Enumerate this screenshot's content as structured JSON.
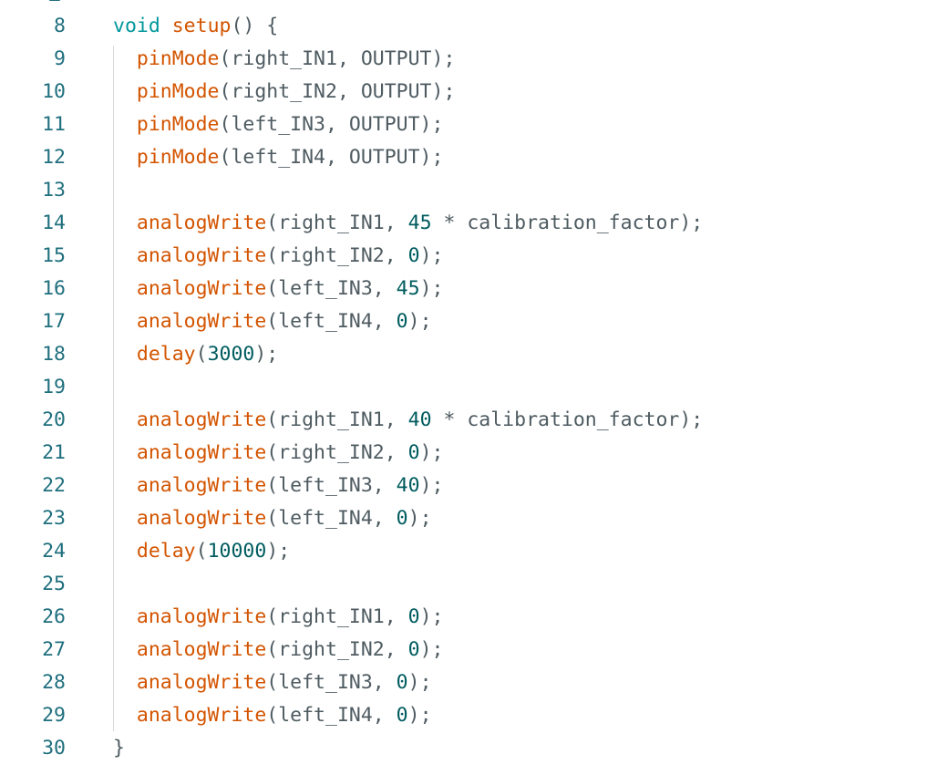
{
  "colors": {
    "background": "#ffffff",
    "line_number": "#1f6f7e",
    "keyword": "#00979c",
    "function": "#d35400",
    "number": "#005c5f",
    "identifier": "#4e5b61"
  },
  "lines": [
    {
      "number": "8",
      "tokens": [
        {
          "t": "void",
          "c": "keyword"
        },
        {
          "t": " ",
          "c": "identifier"
        },
        {
          "t": "setup",
          "c": "function"
        },
        {
          "t": "() {",
          "c": "identifier"
        }
      ]
    },
    {
      "number": "9",
      "tokens": [
        {
          "t": "  ",
          "c": "identifier"
        },
        {
          "t": "pinMode",
          "c": "function"
        },
        {
          "t": "(right_IN1, OUTPUT);",
          "c": "identifier"
        }
      ]
    },
    {
      "number": "10",
      "tokens": [
        {
          "t": "  ",
          "c": "identifier"
        },
        {
          "t": "pinMode",
          "c": "function"
        },
        {
          "t": "(right_IN2, OUTPUT);",
          "c": "identifier"
        }
      ]
    },
    {
      "number": "11",
      "tokens": [
        {
          "t": "  ",
          "c": "identifier"
        },
        {
          "t": "pinMode",
          "c": "function"
        },
        {
          "t": "(left_IN3, OUTPUT);",
          "c": "identifier"
        }
      ]
    },
    {
      "number": "12",
      "tokens": [
        {
          "t": "  ",
          "c": "identifier"
        },
        {
          "t": "pinMode",
          "c": "function"
        },
        {
          "t": "(left_IN4, OUTPUT);",
          "c": "identifier"
        }
      ]
    },
    {
      "number": "13",
      "tokens": []
    },
    {
      "number": "14",
      "tokens": [
        {
          "t": "  ",
          "c": "identifier"
        },
        {
          "t": "analogWrite",
          "c": "function"
        },
        {
          "t": "(right_IN1, ",
          "c": "identifier"
        },
        {
          "t": "45",
          "c": "number"
        },
        {
          "t": " * calibration_factor);",
          "c": "identifier"
        }
      ]
    },
    {
      "number": "15",
      "tokens": [
        {
          "t": "  ",
          "c": "identifier"
        },
        {
          "t": "analogWrite",
          "c": "function"
        },
        {
          "t": "(right_IN2, ",
          "c": "identifier"
        },
        {
          "t": "0",
          "c": "number"
        },
        {
          "t": ");",
          "c": "identifier"
        }
      ]
    },
    {
      "number": "16",
      "tokens": [
        {
          "t": "  ",
          "c": "identifier"
        },
        {
          "t": "analogWrite",
          "c": "function"
        },
        {
          "t": "(left_IN3, ",
          "c": "identifier"
        },
        {
          "t": "45",
          "c": "number"
        },
        {
          "t": ");",
          "c": "identifier"
        }
      ]
    },
    {
      "number": "17",
      "tokens": [
        {
          "t": "  ",
          "c": "identifier"
        },
        {
          "t": "analogWrite",
          "c": "function"
        },
        {
          "t": "(left_IN4, ",
          "c": "identifier"
        },
        {
          "t": "0",
          "c": "number"
        },
        {
          "t": ");",
          "c": "identifier"
        }
      ]
    },
    {
      "number": "18",
      "tokens": [
        {
          "t": "  ",
          "c": "identifier"
        },
        {
          "t": "delay",
          "c": "function"
        },
        {
          "t": "(",
          "c": "identifier"
        },
        {
          "t": "3000",
          "c": "number"
        },
        {
          "t": ");",
          "c": "identifier"
        }
      ]
    },
    {
      "number": "19",
      "tokens": []
    },
    {
      "number": "20",
      "tokens": [
        {
          "t": "  ",
          "c": "identifier"
        },
        {
          "t": "analogWrite",
          "c": "function"
        },
        {
          "t": "(right_IN1, ",
          "c": "identifier"
        },
        {
          "t": "40",
          "c": "number"
        },
        {
          "t": " * calibration_factor);",
          "c": "identifier"
        }
      ]
    },
    {
      "number": "21",
      "tokens": [
        {
          "t": "  ",
          "c": "identifier"
        },
        {
          "t": "analogWrite",
          "c": "function"
        },
        {
          "t": "(right_IN2, ",
          "c": "identifier"
        },
        {
          "t": "0",
          "c": "number"
        },
        {
          "t": ");",
          "c": "identifier"
        }
      ]
    },
    {
      "number": "22",
      "tokens": [
        {
          "t": "  ",
          "c": "identifier"
        },
        {
          "t": "analogWrite",
          "c": "function"
        },
        {
          "t": "(left_IN3, ",
          "c": "identifier"
        },
        {
          "t": "40",
          "c": "number"
        },
        {
          "t": ");",
          "c": "identifier"
        }
      ]
    },
    {
      "number": "23",
      "tokens": [
        {
          "t": "  ",
          "c": "identifier"
        },
        {
          "t": "analogWrite",
          "c": "function"
        },
        {
          "t": "(left_IN4, ",
          "c": "identifier"
        },
        {
          "t": "0",
          "c": "number"
        },
        {
          "t": ");",
          "c": "identifier"
        }
      ]
    },
    {
      "number": "24",
      "tokens": [
        {
          "t": "  ",
          "c": "identifier"
        },
        {
          "t": "delay",
          "c": "function"
        },
        {
          "t": "(",
          "c": "identifier"
        },
        {
          "t": "10000",
          "c": "number"
        },
        {
          "t": ");",
          "c": "identifier"
        }
      ]
    },
    {
      "number": "25",
      "tokens": []
    },
    {
      "number": "26",
      "tokens": [
        {
          "t": "  ",
          "c": "identifier"
        },
        {
          "t": "analogWrite",
          "c": "function"
        },
        {
          "t": "(right_IN1, ",
          "c": "identifier"
        },
        {
          "t": "0",
          "c": "number"
        },
        {
          "t": ");",
          "c": "identifier"
        }
      ]
    },
    {
      "number": "27",
      "tokens": [
        {
          "t": "  ",
          "c": "identifier"
        },
        {
          "t": "analogWrite",
          "c": "function"
        },
        {
          "t": "(right_IN2, ",
          "c": "identifier"
        },
        {
          "t": "0",
          "c": "number"
        },
        {
          "t": ");",
          "c": "identifier"
        }
      ]
    },
    {
      "number": "28",
      "tokens": [
        {
          "t": "  ",
          "c": "identifier"
        },
        {
          "t": "analogWrite",
          "c": "function"
        },
        {
          "t": "(left_IN3, ",
          "c": "identifier"
        },
        {
          "t": "0",
          "c": "number"
        },
        {
          "t": ");",
          "c": "identifier"
        }
      ]
    },
    {
      "number": "29",
      "tokens": [
        {
          "t": "  ",
          "c": "identifier"
        },
        {
          "t": "analogWrite",
          "c": "function"
        },
        {
          "t": "(left_IN4, ",
          "c": "identifier"
        },
        {
          "t": "0",
          "c": "number"
        },
        {
          "t": ");",
          "c": "identifier"
        }
      ]
    },
    {
      "number": "30",
      "tokens": [
        {
          "t": "}",
          "c": "identifier"
        }
      ]
    }
  ]
}
